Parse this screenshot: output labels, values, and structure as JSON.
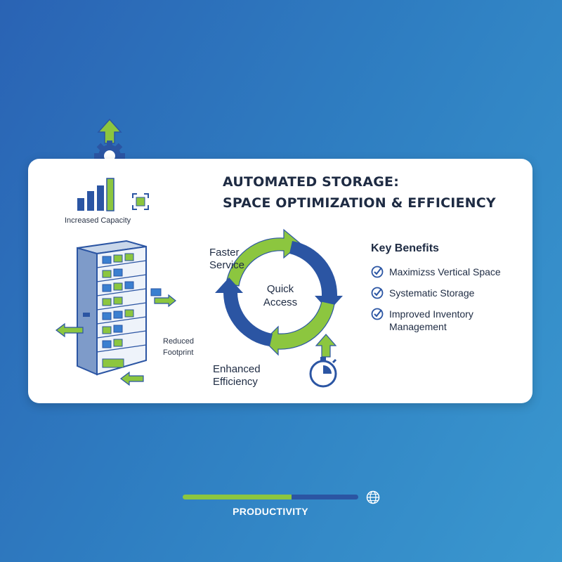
{
  "title": {
    "line1": "AUTOMATED STORAGE:",
    "line2": "SPACE OPTIMIZATION & EFFICIENCY"
  },
  "left_panel": {
    "increased_capacity": "Increased Capacity",
    "reduced_footprint_line1": "Reduced",
    "reduced_footprint_line2": "Footprint"
  },
  "cycle": {
    "faster_service_line1": "Faster",
    "faster_service_line2": "Service",
    "center_line1": "Quick",
    "center_line2": "Access",
    "enhanced_efficiency_line1": "Enhanced",
    "enhanced_efficiency_line2": "Efficiency"
  },
  "key_benefits": {
    "heading": "Key Benefits",
    "items": [
      {
        "line1": "Maximizss Vertical Space",
        "line2": ""
      },
      {
        "line1": "Systematic Storage",
        "line2": ""
      },
      {
        "line1": "Improved Inventory",
        "line2": "Management"
      }
    ]
  },
  "footer": {
    "label": "PRODUCTIVITY",
    "progress": 0.62
  },
  "colors": {
    "background_start": "#2a63b4",
    "background_end": "#3a98cf",
    "card": "#ffffff",
    "green": "#8cc63f",
    "blue": "#2b55a3",
    "navy": "#1e2b43"
  },
  "icons": [
    "gear-icon",
    "up-arrow-icon",
    "bar-chart-icon",
    "focus-square-icon",
    "storage-tower-icon",
    "check-circle-icon",
    "stopwatch-icon",
    "globe-icon"
  ]
}
